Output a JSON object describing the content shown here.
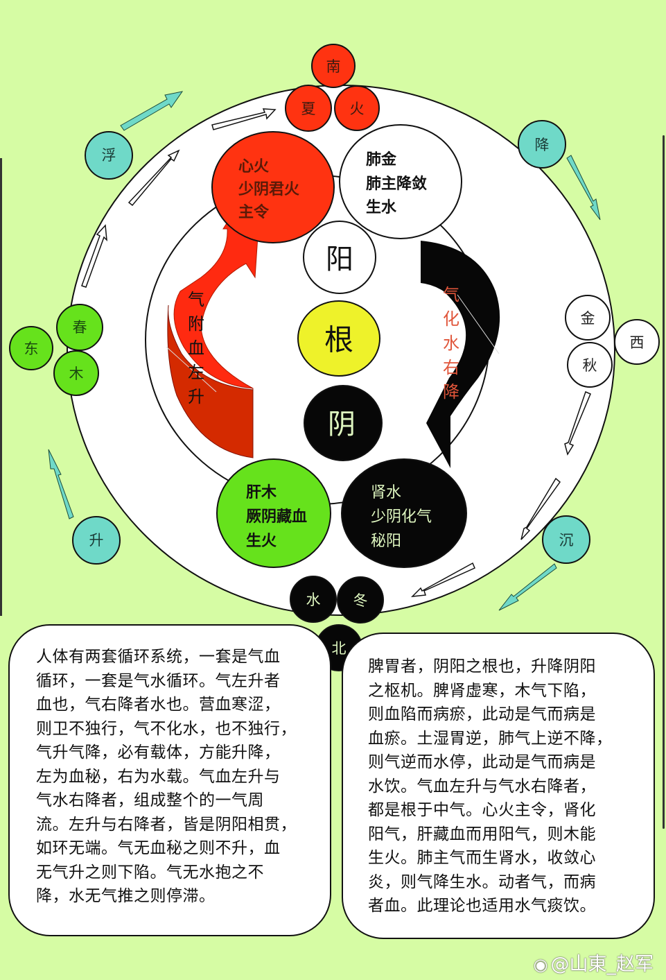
{
  "compass": {
    "south": "南",
    "north": "北",
    "east": "东",
    "west": "西"
  },
  "seasons": {
    "summer": "夏",
    "winter": "冬",
    "spring": "春",
    "autumn": "秋"
  },
  "elements": {
    "fire": "火",
    "water": "水",
    "wood": "木",
    "metal": "金"
  },
  "movements": {
    "float": "浮",
    "descend": "降",
    "rise": "升",
    "sink": "沉"
  },
  "organs": {
    "heart": [
      "心火",
      "少阴君火",
      "主令"
    ],
    "lung": [
      "肺金",
      "肺主降敛",
      "生水"
    ],
    "liver": [
      "肝木",
      "厥阴藏血",
      "生火"
    ],
    "kidney": [
      "肾水",
      "少阴化气",
      "秘阳"
    ]
  },
  "center": {
    "yang": "阳",
    "root": "根",
    "yin": "阴"
  },
  "flows": {
    "left": [
      "气",
      "附",
      "血",
      "左",
      "升"
    ],
    "right": [
      "气",
      "化",
      "水",
      "右",
      "降"
    ]
  },
  "left_text": [
    "人体有两套循环系统，一套是气血",
    "循环，一套是气水循环。气左升者",
    "血也，气右降者水也。营血寒涩，",
    "则卫不独行，气不化水，也不独行，",
    "气升气降，必有载体，方能升降，",
    "左为血秘，右为水载。气血左升与",
    "气水右降者，组成整个的一气周",
    "流。左升与右降者，皆是阴阳相贯，",
    "如环无端。气无血秘之则不升，血",
    "无气升之则下陷。气无水抱之不",
    "降，水无气推之则停滞。"
  ],
  "right_text": [
    "脾胃者，阴阳之根也，升降阴阳",
    "之枢机。脾肾虚寒，木气下陷，",
    "则血陷而病瘀，此动是气而病是",
    "血瘀。土湿胃逆，肺气上逆不降，",
    "则气逆而水停，此动是气而病是",
    "水饮。气血左升与气水右降者，",
    "都是根于中气。心火主令，肾化",
    "阳气，肝藏血而用阳气，则木能",
    "生火。肺主气而生肾水，收敛心",
    "炎，则气降生水。动者气，而病",
    "者血。此理论也适用水气痰饮。"
  ],
  "watermark": {
    "icon": "weibo-icon",
    "text": "@山東_赵军"
  },
  "colors": {
    "background": "#d6fca4",
    "fire_red": "#ff3311",
    "dark_red": "#d42a00",
    "wood_green": "#66e21c",
    "teal": "#6fd9c8",
    "yellow": "#eef22a",
    "black": "#070707",
    "pale_green_text": "#dff7c0",
    "flow_right_text": "#e0553a"
  }
}
